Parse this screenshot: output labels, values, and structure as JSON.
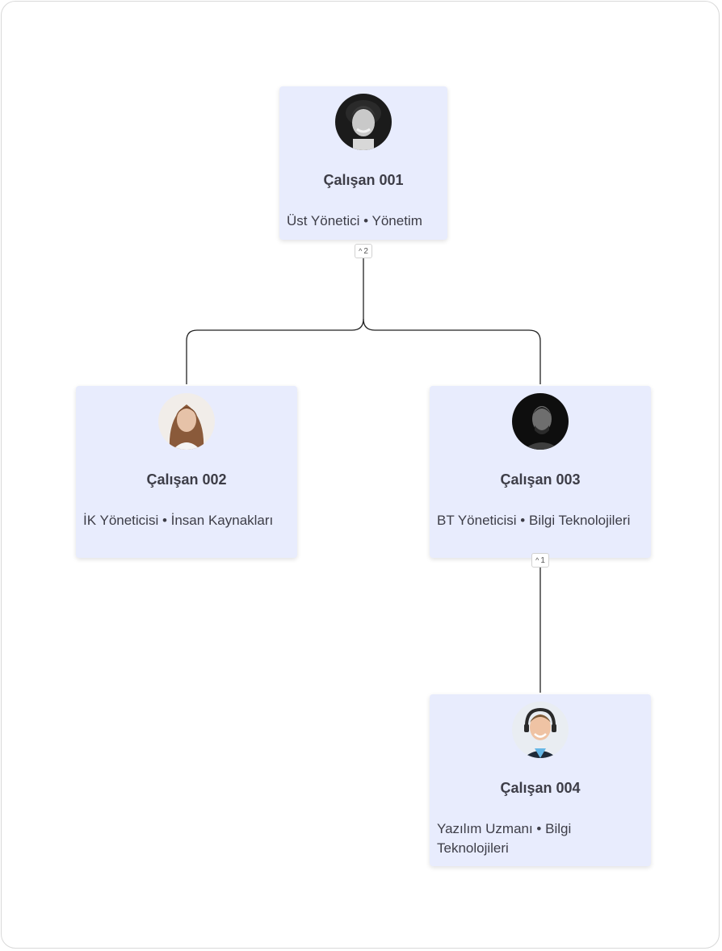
{
  "colors": {
    "card_bg": "#e8ecfd",
    "text": "#3d3d47",
    "connector": "#222222"
  },
  "nodes": [
    {
      "id": "n1",
      "name": "Çalışan 001",
      "role": "Üst Yönetici • Yönetim",
      "avatar": "man-curly-hair-photo"
    },
    {
      "id": "n2",
      "name": "Çalışan 002",
      "role": "İK Yöneticisi • İnsan Kaynakları",
      "avatar": "woman-long-hair-photo"
    },
    {
      "id": "n3",
      "name": "Çalışan 003",
      "role": "BT Yöneticisi • Bilgi Teknolojileri",
      "avatar": "man-dark-portrait-photo"
    },
    {
      "id": "n4",
      "name": "Çalışan 004",
      "role": "Yazılım Uzmanı • Bilgi Teknolojileri",
      "avatar": "man-headset-photo"
    }
  ],
  "toggles": [
    {
      "node": "n1",
      "icon": "chevron-up-icon",
      "count": "2"
    },
    {
      "node": "n3",
      "icon": "chevron-up-icon",
      "count": "1"
    }
  ]
}
